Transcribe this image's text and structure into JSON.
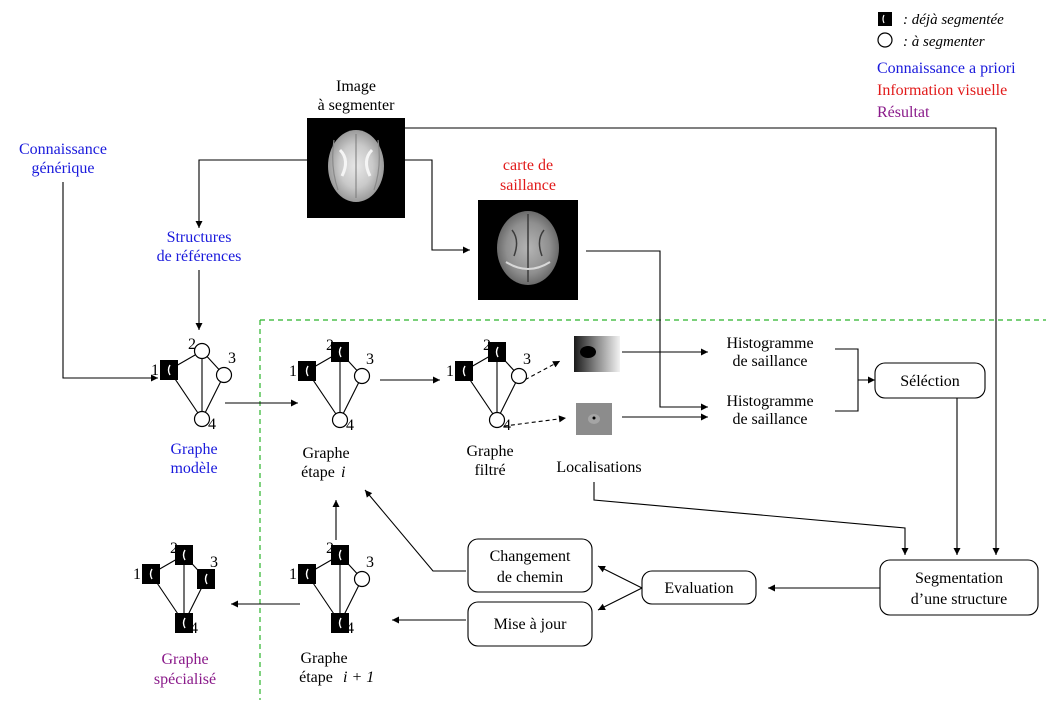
{
  "colors": {
    "prior": "#1a1adc",
    "visual": "#e11a1a",
    "result": "#8a1a8a",
    "black": "#000000",
    "dashed": "#2bb52b"
  },
  "legend": {
    "segmented": ": déjà segmentée",
    "to_segment": ": à segmenter",
    "prior_knowledge": "Connaissance a priori",
    "visual_info": "Information visuelle",
    "result": "Résultat"
  },
  "input_image": {
    "line1": "Image",
    "line2": "à segmenter"
  },
  "saliency_map": {
    "line1": "carte de",
    "line2": "saillance"
  },
  "generic_knowledge": {
    "line1": "Connaissance",
    "line2": "générique"
  },
  "reference_structures": {
    "line1": "Structures",
    "line2": "de références"
  },
  "graphs": {
    "model": {
      "line1": "Graphe",
      "line2": "modèle"
    },
    "step_i": {
      "line1": "Graphe",
      "line2": "étape",
      "var": "i"
    },
    "filtered": {
      "line1": "Graphe",
      "line2": "filtré"
    },
    "step_i1": {
      "line1": "Graphe",
      "line2": "étape",
      "var": "i + 1"
    },
    "specialized": {
      "line1": "Graphe",
      "line2": "spécialisé"
    },
    "node_labels": [
      "1",
      "2",
      "3",
      "4"
    ]
  },
  "localisations": "Localisations",
  "histogram_1": {
    "line1": "Histogramme",
    "line2": "de saillance"
  },
  "histogram_2": {
    "line1": "Histogramme",
    "line2": "de saillance"
  },
  "selection": "Séléction",
  "segmentation": {
    "line1": "Segmentation",
    "line2": "d’une structure"
  },
  "evaluation": "Evaluation",
  "path_change": {
    "line1": "Changement",
    "line2": "de chemin"
  },
  "update": "Mise à jour"
}
